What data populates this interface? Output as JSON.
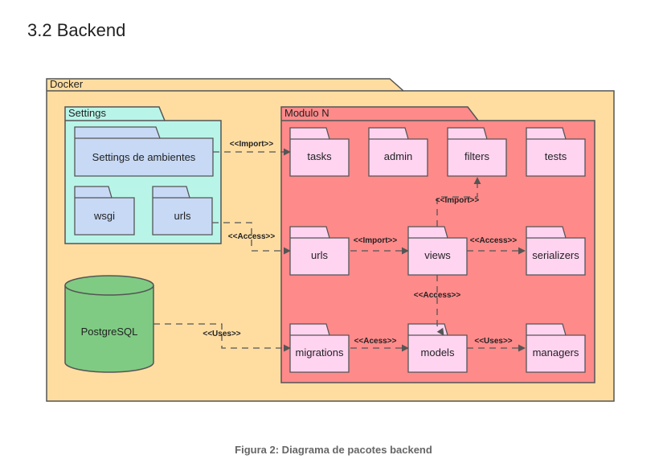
{
  "heading": "3.2 Backend",
  "caption": "Figura 2: Diagrama de pacotes backend",
  "colors": {
    "docker_fill": "#FFDDA1",
    "settings_fill": "#B8F5E8",
    "settings_inner_fill": "#C7D9F5",
    "modulo_fill": "#FF8A8A",
    "module_pkg_fill": "#FFD4F1",
    "db_fill": "#7FCB83",
    "stroke": "#555555"
  },
  "docker": {
    "label": "Docker"
  },
  "settings": {
    "label": "Settings",
    "packages": [
      "Settings de ambientes",
      "wsgi",
      "urls"
    ]
  },
  "modulo": {
    "label": "Modulo N",
    "packages": [
      "tasks",
      "admin",
      "filters",
      "tests",
      "urls",
      "views",
      "serializers",
      "migrations",
      "models",
      "managers"
    ]
  },
  "database": {
    "label": "PostgreSQL"
  },
  "edges": [
    {
      "from": "Settings de ambientes",
      "to": "tasks",
      "label": "<<Import>>"
    },
    {
      "from": "urls (Settings)",
      "to": "urls",
      "label": "<<Access>>"
    },
    {
      "from": "urls",
      "to": "views",
      "label": "<<Import>>"
    },
    {
      "from": "views",
      "to": "filters",
      "label": "<<Import>>"
    },
    {
      "from": "views",
      "to": "serializers",
      "label": "<<Access>>"
    },
    {
      "from": "views",
      "to": "models",
      "label": "<<Access>>"
    },
    {
      "from": "PostgreSQL",
      "to": "migrations",
      "label": "<<Uses>>"
    },
    {
      "from": "migrations",
      "to": "models",
      "label": "<<Acess>>"
    },
    {
      "from": "models",
      "to": "managers",
      "label": "<<Uses>>"
    }
  ]
}
